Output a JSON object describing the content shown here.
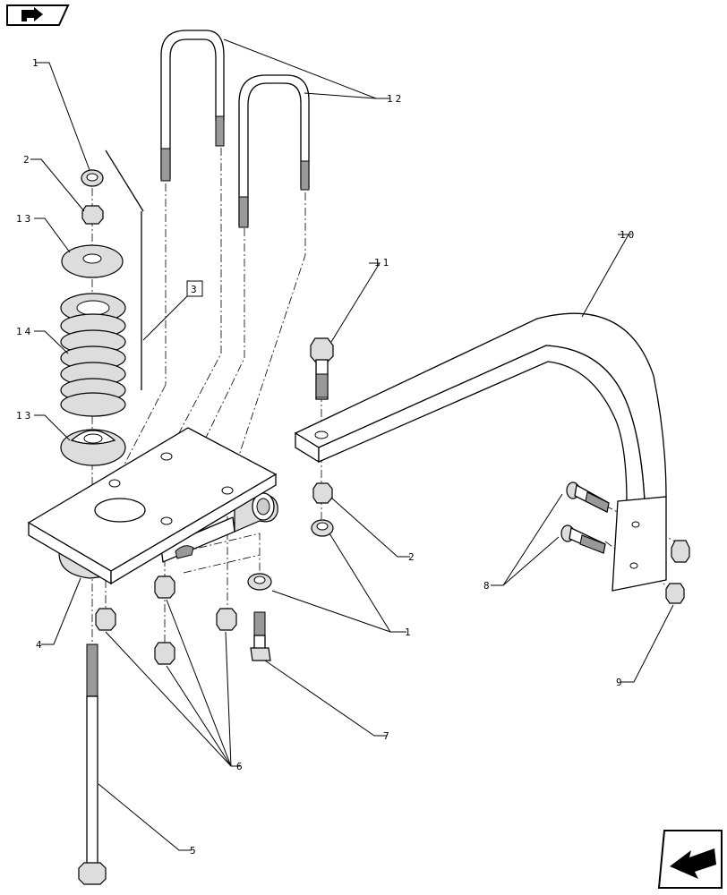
{
  "callouts": [
    {
      "id": "c1",
      "text": "1"
    },
    {
      "id": "c2",
      "text": "2"
    },
    {
      "id": "c3",
      "text": "3"
    },
    {
      "id": "c13a",
      "text": "13"
    },
    {
      "id": "c14",
      "text": "14"
    },
    {
      "id": "c13b",
      "text": "13"
    },
    {
      "id": "c12",
      "text": "12"
    },
    {
      "id": "c11",
      "text": "11"
    },
    {
      "id": "c10",
      "text": "10"
    },
    {
      "id": "c2b",
      "text": "2"
    },
    {
      "id": "c1b",
      "text": "1"
    },
    {
      "id": "c8",
      "text": "8"
    },
    {
      "id": "c9",
      "text": "9"
    },
    {
      "id": "c4",
      "text": "4"
    },
    {
      "id": "c6",
      "text": "6"
    },
    {
      "id": "c7",
      "text": "7"
    },
    {
      "id": "c5",
      "text": "5"
    }
  ],
  "nav": {
    "top_icon": "arrow-right-icon",
    "bottom_icon": "arrow-down-left-icon"
  },
  "colors": {
    "ink": "#000000",
    "paper": "#ffffff"
  }
}
